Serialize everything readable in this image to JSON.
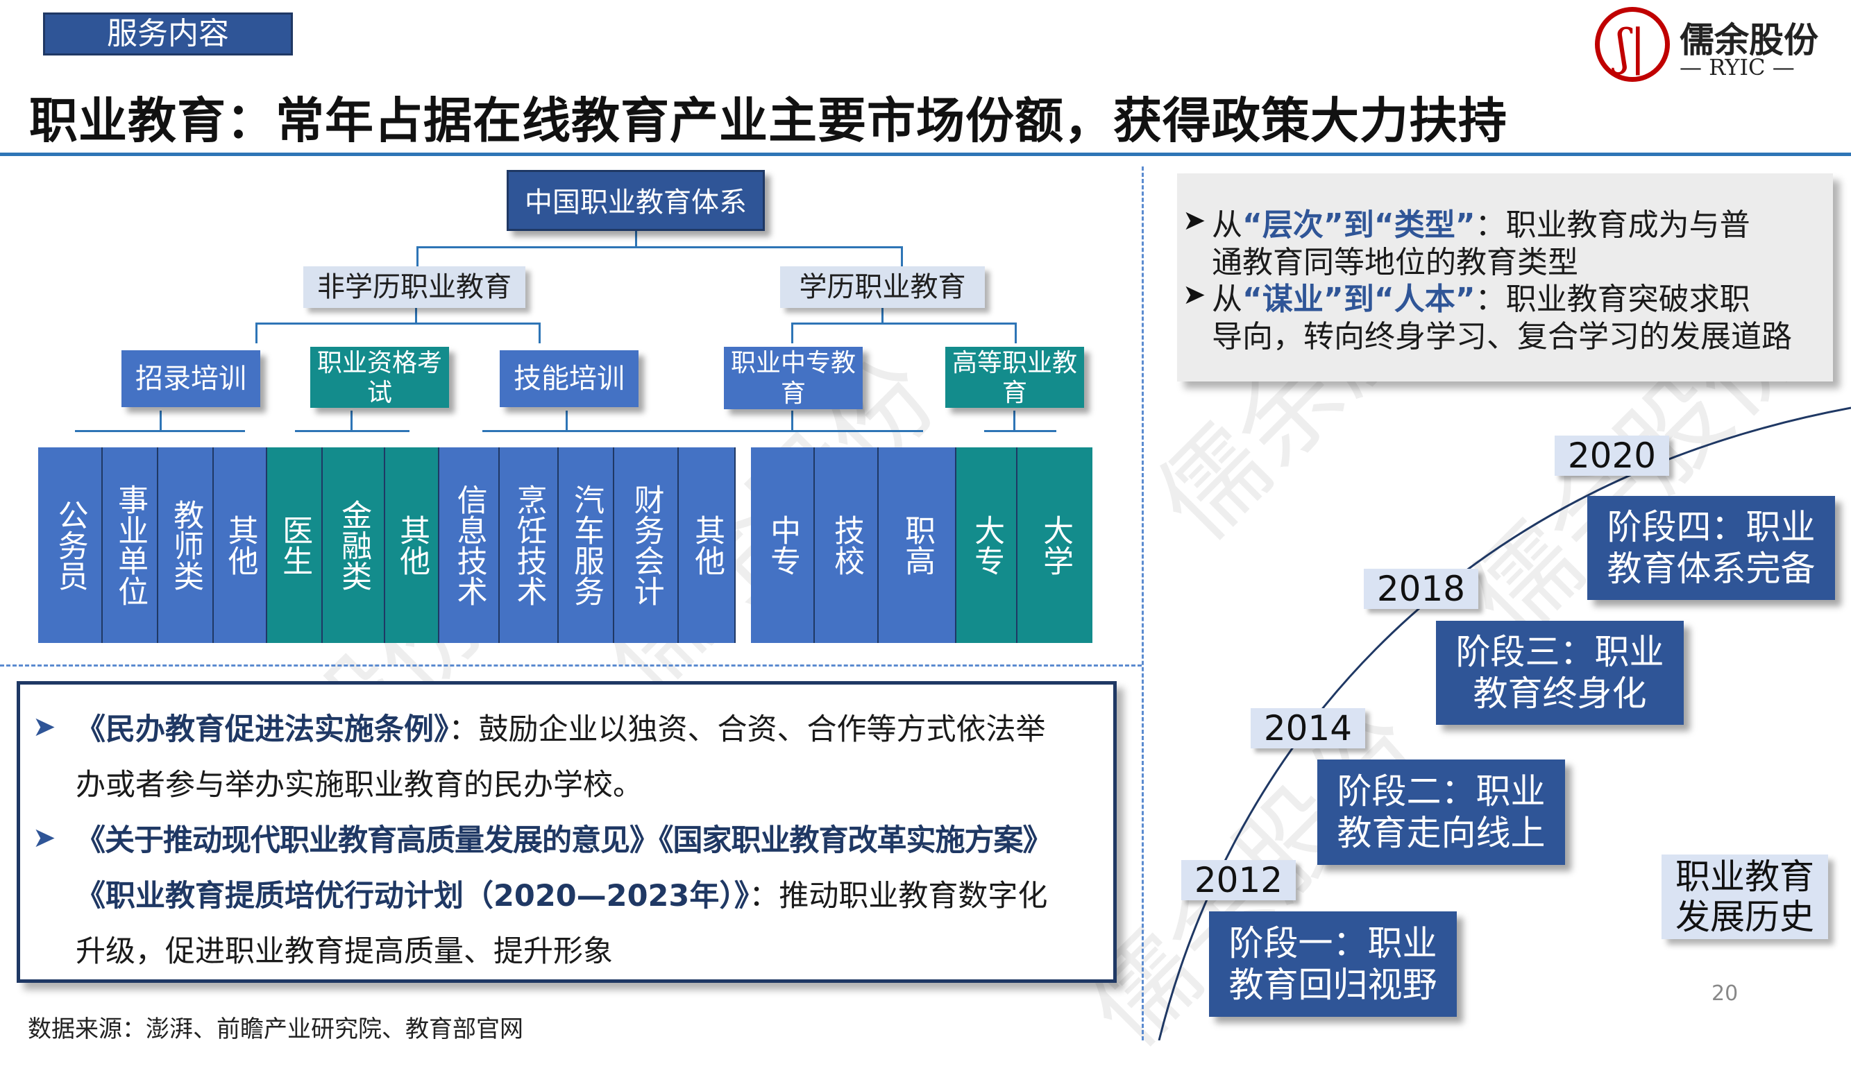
{
  "header": {
    "tag": "服务内容",
    "title": "职业教育：常年占据在线教育产业主要市场份额，获得政策大力扶持",
    "logo_name": "儒余股份",
    "logo_en": "— RYIC —"
  },
  "tree": {
    "root": "中国职业教育体系",
    "branches": [
      "非学历职业教育",
      "学历职业教育"
    ],
    "categories": [
      "招录培训",
      "职业资格考试",
      "技能培训",
      "职业中专教育",
      "高等职业教育"
    ],
    "leaves": [
      "公务员",
      "事业单位",
      "教师类",
      "其他",
      "医生",
      "金融类",
      "其他",
      "信息技术",
      "烹饪技术",
      "汽车服务",
      "财务会计",
      "其他",
      "中专",
      "技校",
      "职高",
      "大专",
      "大学"
    ]
  },
  "policy": {
    "line1_title": "《民办教育促进法实施条例》",
    "line1_text": "：鼓励企业以独资、合资、合作等方式依法举",
    "line2_text": "办或者参与举办实施职业教育的民办学校。",
    "line3_title": "《关于推动现代职业教育高质量发展的意见》《国家职业教育改革实施方案》",
    "line4_title": "《职业教育提质培优行动计划（2020—2023年）》",
    "line4_text": "：推动职业教育数字化",
    "line5_text": "升级，促进职业教育提高质量、提升形象"
  },
  "source": "数据来源：澎湃、前瞻产业研究院、教育部官网",
  "quote": {
    "l1_pre": "从",
    "l1_a": "“层次”到“类型”",
    "l1_post": "：职业教育成为与普",
    "l2": "通教育同等地位的教育类型",
    "l3_pre": "从",
    "l3_a": "“谋业”到“人本”",
    "l3_post": "：职业教育突破求职",
    "l4": "导向，转向终身学习、复合学习的发展道路"
  },
  "timeline": {
    "years": [
      "2012",
      "2014",
      "2018",
      "2020"
    ],
    "stages": [
      [
        "阶段一：职业",
        "教育回归视野"
      ],
      [
        "阶段二：职业",
        "教育走向线上"
      ],
      [
        "阶段三：职业",
        "教育终身化"
      ],
      [
        "阶段四：职业",
        "教育体系完备"
      ]
    ],
    "history_l1": "职业教育",
    "history_l2": "发展历史"
  },
  "page_number": "20",
  "watermark": "儒余股份",
  "colors": {
    "navy": "#2f5597",
    "teal": "#138c8c",
    "accent_line": "#2e75b6",
    "logo_red": "#c00000"
  }
}
